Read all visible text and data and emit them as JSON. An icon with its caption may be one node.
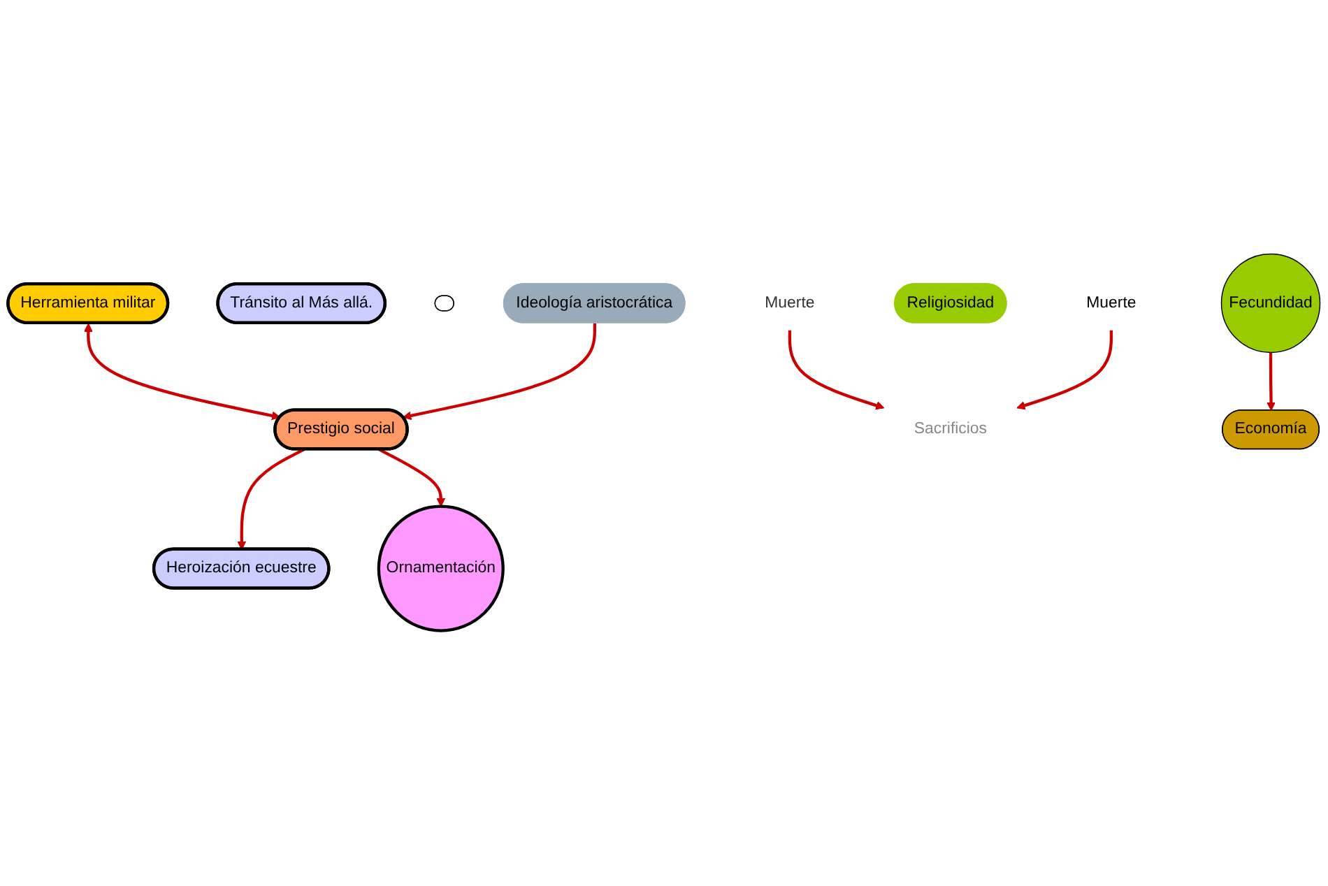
{
  "diagram": {
    "nodes": [
      {
        "text": [
          "Herramienta militar"
        ]
      },
      {
        "text": [
          "Prestigio social"
        ]
      },
      {
        "text": [
          "Heroización ecuestre"
        ]
      },
      {
        "text": [
          "Ornamentación"
        ]
      },
      {
        "text": [
          "Tránsito al Más allá."
        ]
      },
      {
        "text": [],
        "shape": "ellipse"
      },
      {
        "text": [
          "Muerte"
        ]
      },
      {
        "text": [
          "Sacrificios"
        ]
      },
      {
        "text": [
          "Ideología aristocrática"
        ]
      },
      {
        "text": [
          "Economía"
        ]
      },
      {
        "text": [
          "Religiosidad"
        ]
      },
      {
        "text": [
          "Fecundidad"
        ]
      },
      {
        "text": [
          "Muerte"
        ]
      }
    ],
    "edges": [
      {
        "from": 0,
        "to": 1,
        "arrow": "both"
      },
      {
        "from": 1,
        "to": 2,
        "arrow": "to"
      },
      {
        "from": 1,
        "to": 3,
        "arrow": "to"
      },
      {
        "from": 8,
        "to": 1,
        "arrow": "to"
      },
      {
        "from": 6,
        "to": 7,
        "arrow": "to"
      },
      {
        "from": 12,
        "to": 7,
        "arrow": "to"
      },
      {
        "from": 11,
        "to": 9,
        "arrow": "to"
      }
    ]
  }
}
